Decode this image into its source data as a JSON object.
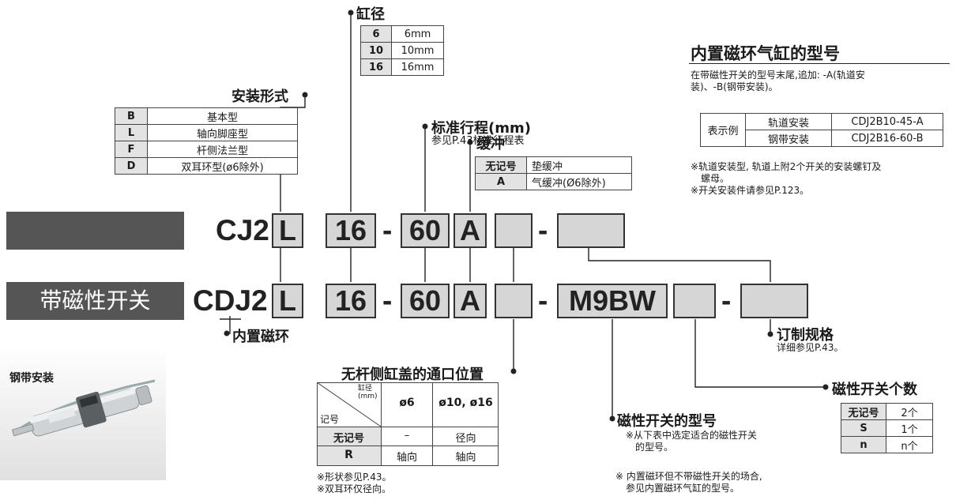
{
  "bore": {
    "title": "缸径",
    "rows": [
      [
        "6",
        "6mm"
      ],
      [
        "10",
        "10mm"
      ],
      [
        "16",
        "16mm"
      ]
    ]
  },
  "mount": {
    "title": "安装形式",
    "rows": [
      [
        "B",
        "基本型"
      ],
      [
        "L",
        "轴向脚座型"
      ],
      [
        "F",
        "杆侧法兰型"
      ],
      [
        "D",
        "双耳环型(ø6除外)"
      ]
    ]
  },
  "stroke": {
    "title": "标准行程(mm)",
    "note": "参见P.43标准行程表"
  },
  "cushion": {
    "title": "缓冲",
    "rows": [
      [
        "无记号",
        "垫缓冲"
      ],
      [
        "A",
        "气缓冲(Ø6除外)"
      ]
    ]
  },
  "builtin": {
    "title": "内置磁环气缸的型号",
    "desc_line1": "在带磁性开关的型号末尾,追加: -A(轨道安",
    "desc_line2": "装)、-B(钢带安装)。",
    "row_header": "表示例",
    "rows": [
      [
        "轨道安装",
        "CDJ2B10-45-A"
      ],
      [
        "钢带安装",
        "CDJ2B16-60-B"
      ]
    ],
    "note1_line1": "※轨道安装型, 轨道上附2个开关的安装螺钉及",
    "note1_line2": "螺母。",
    "note2": "※开关安装件请参见P.123。"
  },
  "row1": {
    "prefix": "CJ2",
    "mount": "L",
    "bore": "16",
    "dash1": "-",
    "stroke": "60",
    "cushion": "A",
    "dash2": "-"
  },
  "row2": {
    "label": "带磁性开关",
    "prefix_c": "C",
    "prefix_d": "D",
    "prefix_j": "J2",
    "mount": "L",
    "bore": "16",
    "dash1": "-",
    "stroke": "60",
    "cushion": "A",
    "dash2": "-",
    "switch": "M9BW",
    "dash3": "-"
  },
  "magnet": {
    "title": "内置磁环"
  },
  "photo_label": "钢带安装",
  "port": {
    "title": "无杆侧缸盖的通口位置",
    "head_bore": "缸径",
    "head_unit": "(mm)",
    "head_symbol": "记号",
    "col1": "ø6",
    "col2": "ø10, ø16",
    "rows": [
      [
        "无记号",
        "–",
        "径向"
      ],
      [
        "R",
        "轴向",
        "轴向"
      ]
    ],
    "note1": "※形状参见P.43。",
    "note2": "※双耳环仅径向。"
  },
  "switch_model": {
    "title": "磁性开关的型号",
    "note1_line1": "※从下表中选定适合的磁性开关",
    "note1_line2": "的型号。",
    "note2_line1": "※  内置磁环但不带磁性开关的场合,",
    "note2_line2": "参见内置磁环气缸的型号。"
  },
  "custom": {
    "title": "订制规格",
    "note": "详细参见P.43。"
  },
  "count": {
    "title": "磁性开关个数",
    "rows": [
      [
        "无记号",
        "2个"
      ],
      [
        "S",
        "1个"
      ],
      [
        "n",
        "n个"
      ]
    ]
  }
}
